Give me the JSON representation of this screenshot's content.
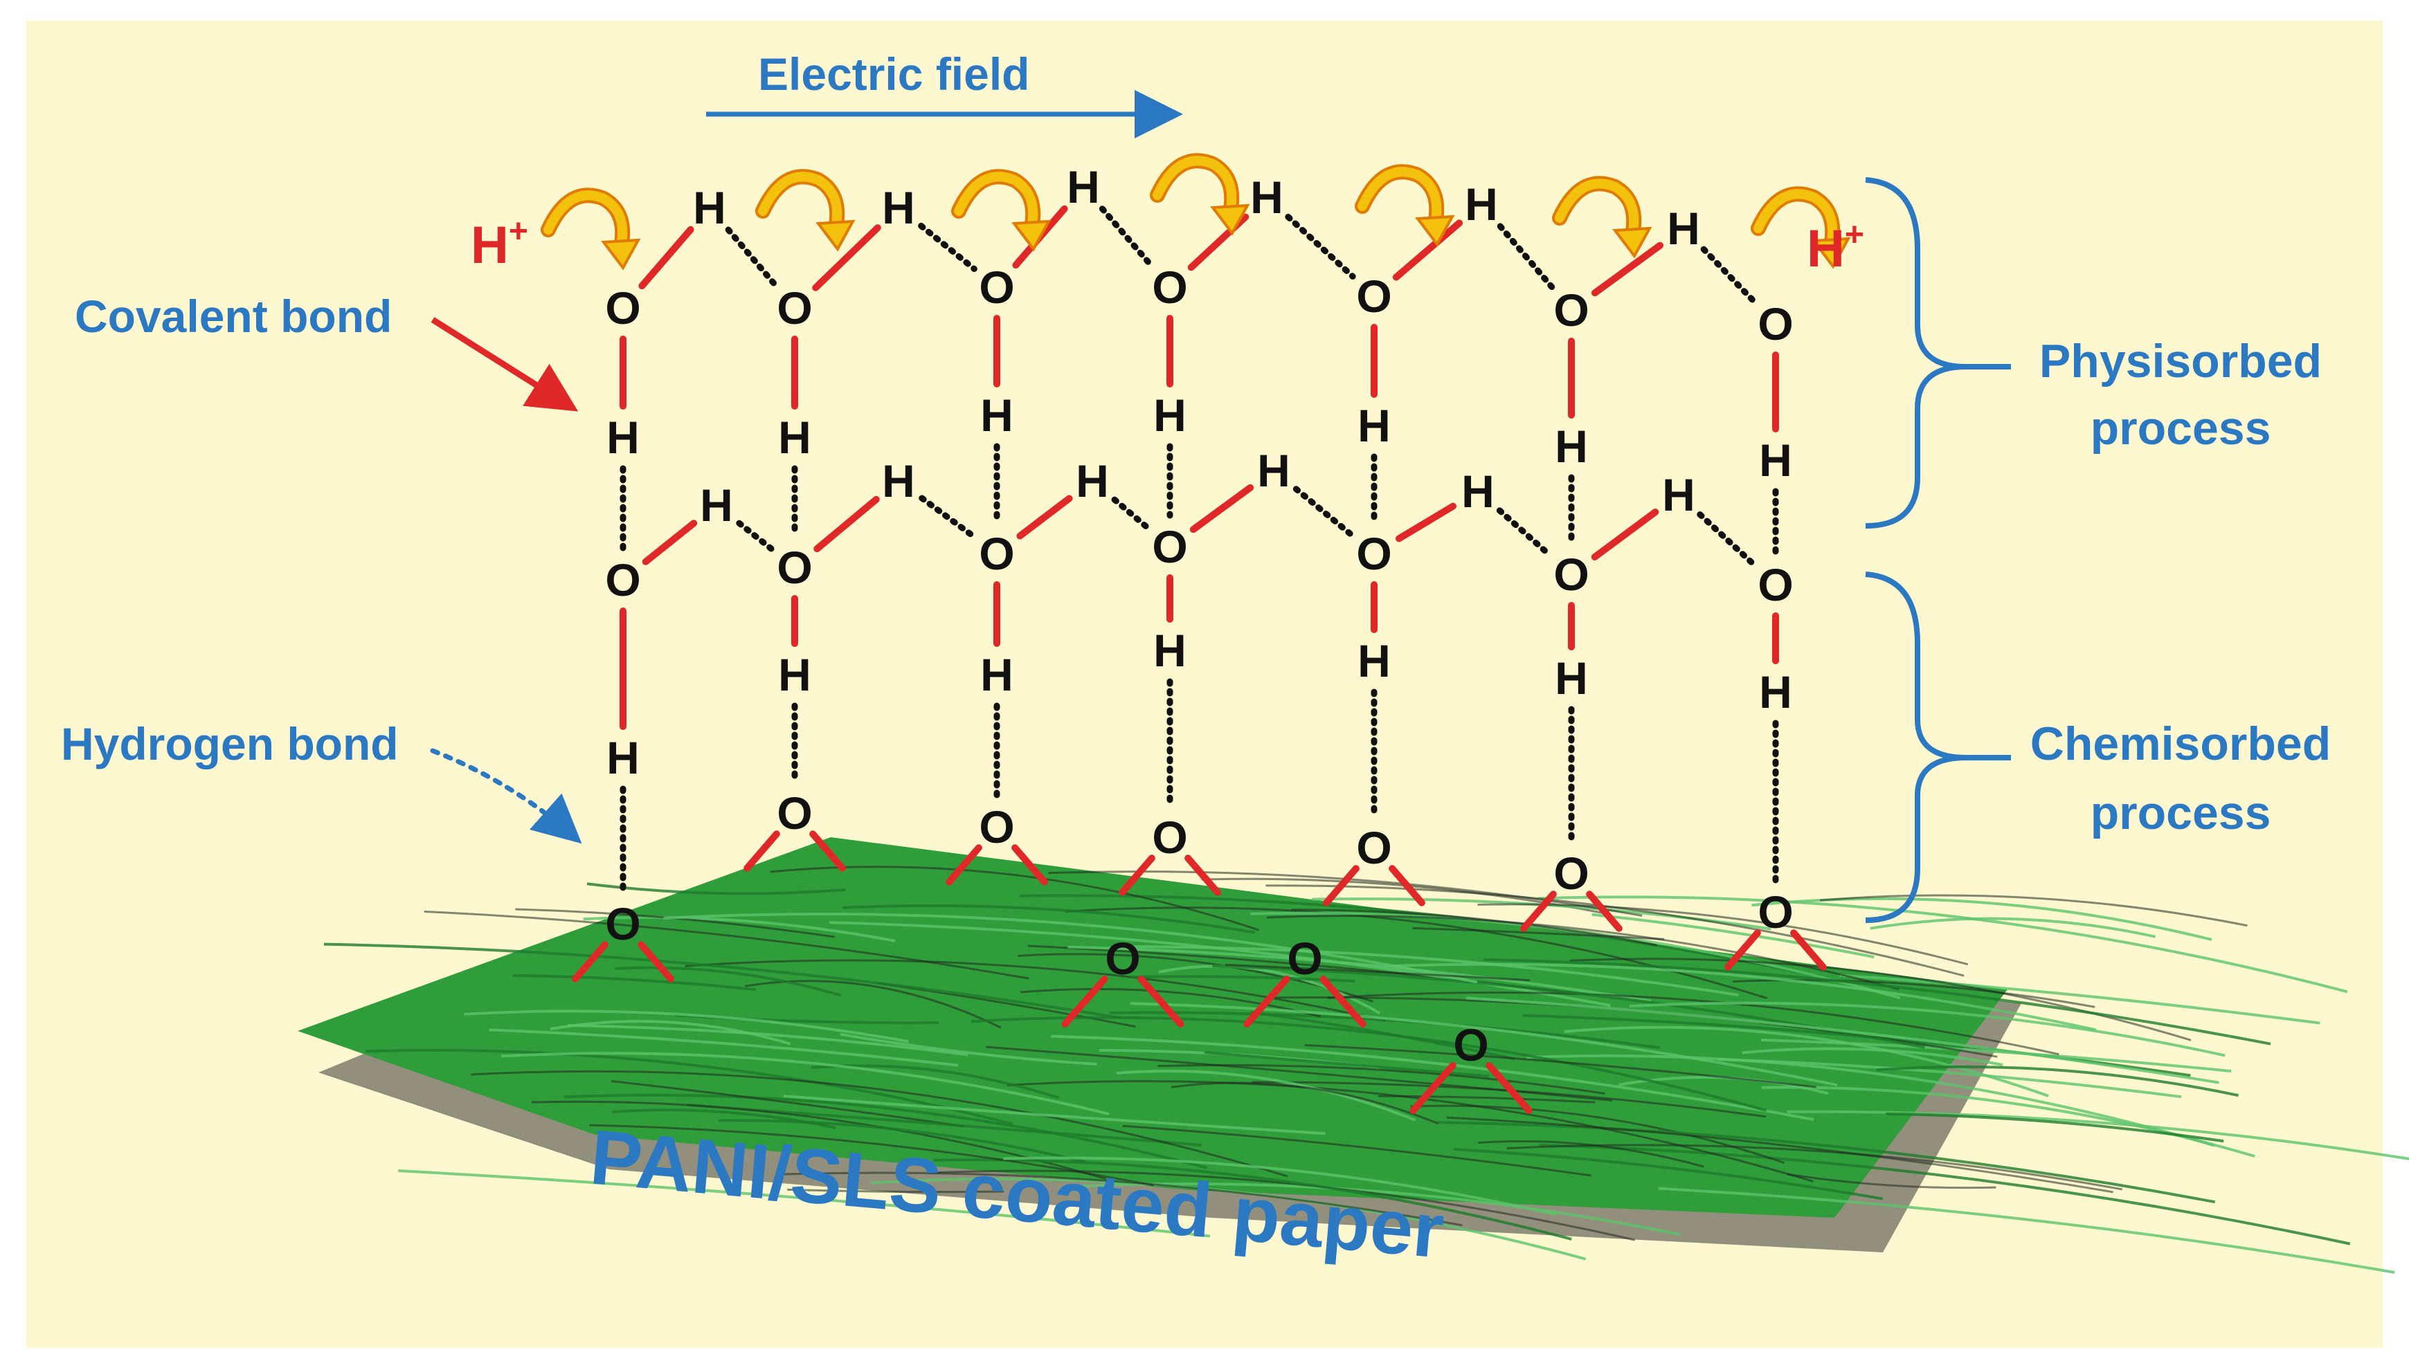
{
  "labels": {
    "electric_field": "Electric field",
    "covalent_bond": "Covalent bond",
    "hydrogen_bond": "Hydrogen bond",
    "proton": "H",
    "proton_charge": "+",
    "physisorbed_line1": "Physisorbed",
    "physisorbed_line2": "process",
    "chemisorbed_line1": "Chemisorbed",
    "chemisorbed_line2": "process",
    "substrate": "PANI/SLS coated paper"
  },
  "atoms": {
    "oxygen": "O",
    "hydrogen": "H"
  },
  "colors": {
    "background": "#fdf8cf",
    "label_blue": "#2a79c2",
    "bond_red": "#e02828",
    "arrow_yellow": "#f4c20d",
    "paper_green": "#2f9e3a",
    "paper_dark": "#1a1a1a"
  }
}
